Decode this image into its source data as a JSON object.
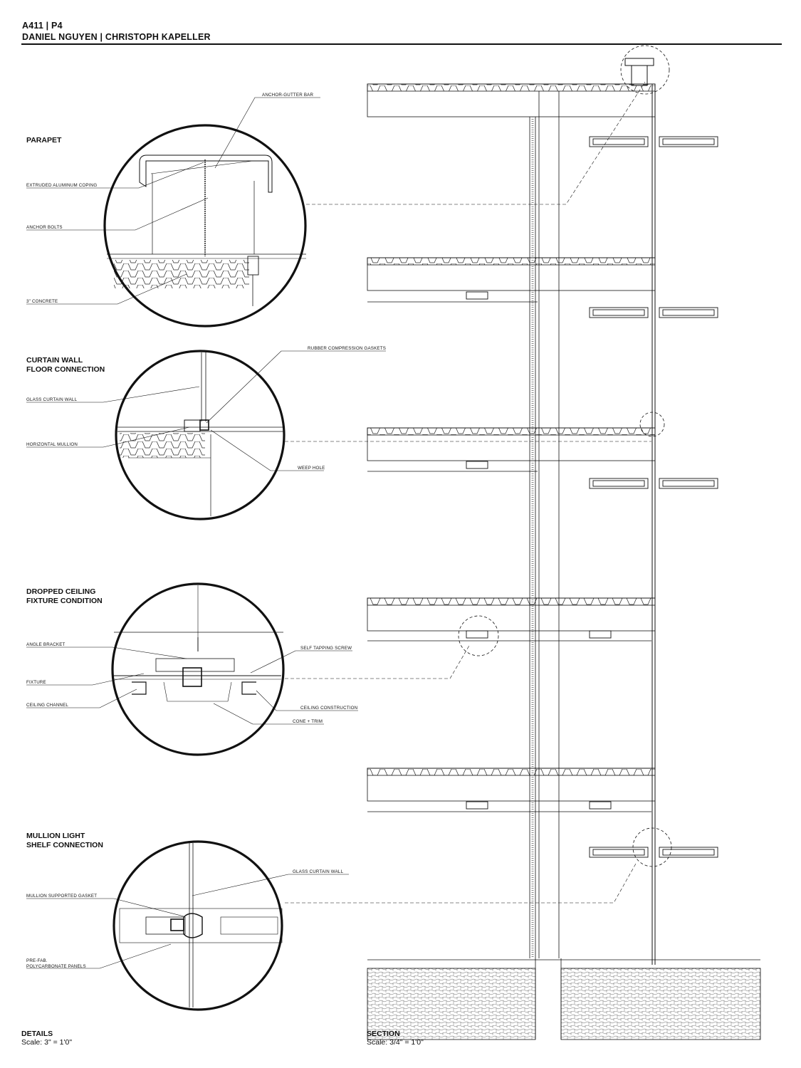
{
  "header": {
    "line1": "A411 | P4",
    "line2": "DANIEL NGUYEN | CHRISTOPH KAPELLER"
  },
  "details": {
    "parapet": {
      "title": "PARAPET",
      "labels": [
        "ANCHOR-GUTTER BAR",
        "EXTRUDED ALUMINUM COPING",
        "ANCHOR BOLTS",
        "3\" CONCRETE"
      ]
    },
    "curtain_wall": {
      "title_line1": "CURTAIN WALL",
      "title_line2": "FLOOR CONNECTION",
      "labels": [
        "RUBBER COMPRESSION GASKETS",
        "GLASS CURTAIN WALL",
        "HORIZONTAL MULLION",
        "WEEP HOLE"
      ]
    },
    "ceiling": {
      "title_line1": "DROPPED CEILING",
      "title_line2": "FIXTURE CONDITION",
      "labels": [
        "ANGLE BRACKET",
        "SELF TAPPING SCREW",
        "FIXTURE",
        "CEILING CHANNEL",
        "CEILING CONSTRUCTION",
        "CONE + TRIM"
      ]
    },
    "light_shelf": {
      "title_line1": "MULLION LIGHT",
      "title_line2": "SHELF CONNECTION",
      "labels": [
        "GLASS CURTAIN WALL",
        "MULLION SUPPORTED GASKET",
        "PRE-FAB.",
        "POLYCARBONATE PANELS"
      ]
    }
  },
  "footer": {
    "details_title": "DETAILS",
    "details_scale": "Scale: 3\" = 1'0\"",
    "section_title": "SECTION",
    "section_scale": "Scale: 3/4\" = 1'0\""
  },
  "colors": {
    "ink": "#111111",
    "paper": "#ffffff",
    "hatch": "#888888"
  }
}
